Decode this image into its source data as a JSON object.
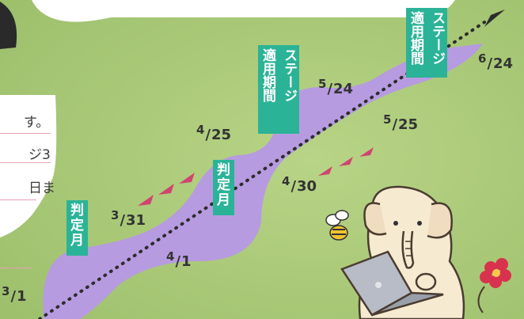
{
  "note": {
    "lines": [
      "す。",
      "ジ3",
      "日ま"
    ]
  },
  "tags": {
    "judge_1": "判定月",
    "judge_2": "判定月",
    "stage_1_col1": "適用期間",
    "stage_1_col2": "ステージ",
    "stage_2_col1": "適用期間",
    "stage_2_col2": "ステージ"
  },
  "dates": [
    {
      "num": "3",
      "den": "1"
    },
    {
      "num": "3",
      "den": "31"
    },
    {
      "num": "4",
      "den": "1"
    },
    {
      "num": "4",
      "den": "25"
    },
    {
      "num": "4",
      "den": "30"
    },
    {
      "num": "5",
      "den": "24"
    },
    {
      "num": "5",
      "den": "25"
    },
    {
      "num": "6",
      "den": "24"
    }
  ],
  "colors": {
    "background": "#a9c978",
    "ribbon": "#b79be0",
    "tag": "#2bb397",
    "arrow": "#d0456f"
  }
}
